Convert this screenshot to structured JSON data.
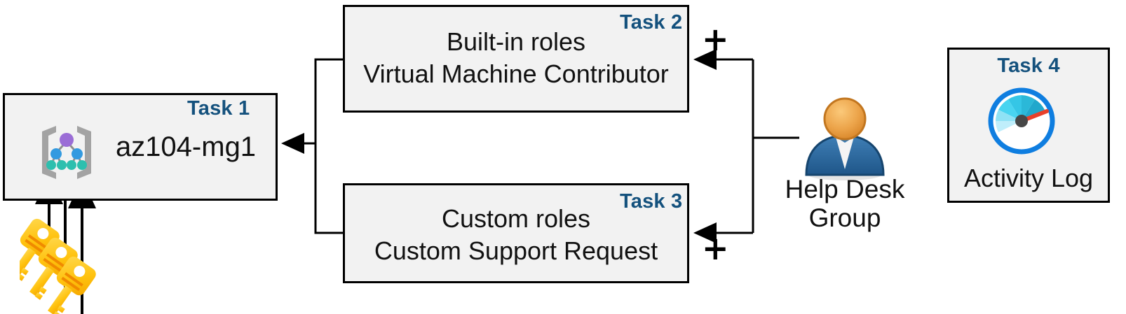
{
  "diagram": {
    "title": "Azure RBAC task diagram",
    "accent_color": "#14517d",
    "box_fill": "#f2f2f2",
    "box_border": "#000000"
  },
  "boxes": [
    {
      "id": "task1",
      "task_label": "Task 1",
      "text_lines": [
        "az104-mg1"
      ],
      "icon": "management-group-icon"
    },
    {
      "id": "task2",
      "task_label": "Task 2",
      "text_lines": [
        "Built-in roles",
        "Virtual Machine Contributor"
      ],
      "icon": null
    },
    {
      "id": "task3",
      "task_label": "Task 3",
      "text_lines": [
        "Custom roles",
        "Custom Support Request"
      ],
      "icon": null
    },
    {
      "id": "task4",
      "task_label": "Task 4",
      "text_lines": [
        "Activity Log"
      ],
      "icon": "activity-log-gauge-icon"
    }
  ],
  "actor": {
    "icon": "user-group-icon",
    "caption_line1": "Help Desk",
    "caption_line2": "Group",
    "head_color": "#e8a33d",
    "body_color": "#2e6ca4"
  },
  "keys": {
    "icon": "keys-icon",
    "count": 3,
    "color": "#ffc20e"
  },
  "operators": [
    {
      "id": "plus-top",
      "symbol": "+"
    },
    {
      "id": "plus-bottom",
      "symbol": "+"
    }
  ],
  "gauge": {
    "ring_color": "#0f7ee0",
    "needle_color": "#e8402a",
    "hub_color": "#444444",
    "segment_colors": [
      "#b9e6f5",
      "#5bd0ea",
      "#2fc0e0",
      "#2bb8d8",
      "#21a8cc"
    ]
  }
}
